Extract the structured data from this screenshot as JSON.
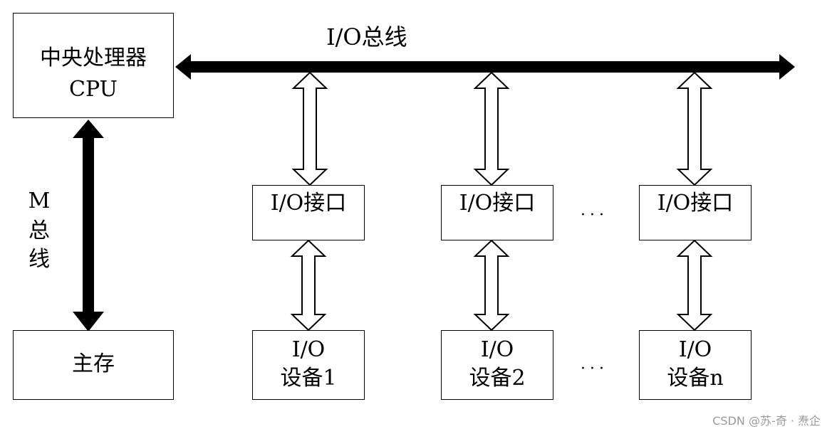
{
  "diagram": {
    "cpu_box": {
      "line1": "中央处理器",
      "line2": "CPU"
    },
    "io_bus_label": "I/O总线",
    "m_bus_label": {
      "line1": "M",
      "line2": "总",
      "line3": "线"
    },
    "memory_box": "主存",
    "interfaces": [
      "I/O接口",
      "I/O接口",
      "I/O接口"
    ],
    "devices": [
      {
        "line1": "I/O",
        "line2": "设备1"
      },
      {
        "line1": "I/O",
        "line2": "设备2"
      },
      {
        "line1": "I/O",
        "line2": "设备n"
      }
    ],
    "ellipsis": "···"
  },
  "watermark": "CSDN @苏-奇 · 焘企"
}
